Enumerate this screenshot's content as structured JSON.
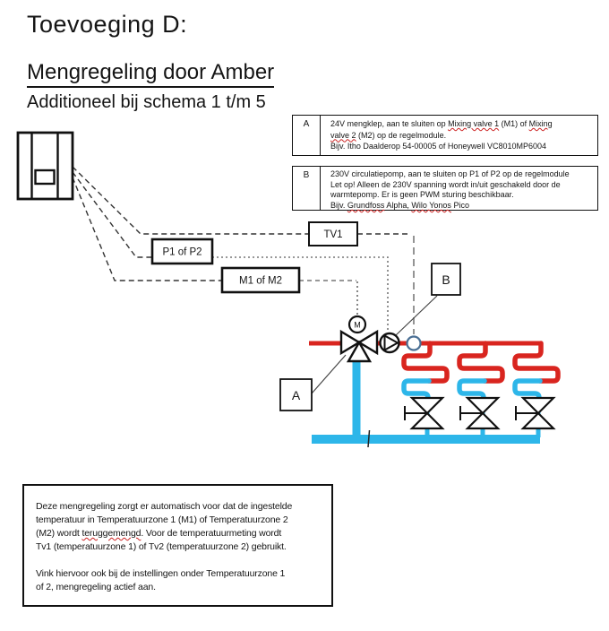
{
  "title": {
    "line1": "Toevoeging D:",
    "line2": "Mengregeling door Amber",
    "line3": "Additioneel bij schema 1 t/m 5"
  },
  "legend_table": {
    "rows": [
      {
        "key": "A",
        "lines": [
          [
            {
              "t": "24V mengklep, aan te sluiten op "
            },
            {
              "t": "Mixing valve 1",
              "sq": true
            },
            {
              "t": " (M1) of "
            },
            {
              "t": "Mixing",
              "sq": true
            }
          ],
          [
            {
              "t": "valve 2",
              "sq": true
            },
            {
              "t": " (M2) op de regelmodule."
            }
          ],
          [
            {
              "t": "Bijv. Itho Daalderop 54-00005 of Honeywell VC8010MP6004"
            }
          ]
        ]
      },
      {
        "key": "B",
        "lines": [
          [
            {
              "t": "230V circulatiepomp, aan te sluiten op P1 of P2 op de regelmodule"
            }
          ],
          [
            {
              "t": "Let op! Alleen de 230V spanning wordt in/uit geschakeld door de"
            }
          ],
          [
            {
              "t": "warmtepomp. Er is geen PWM sturing beschikbaar."
            }
          ],
          [
            {
              "t": "Bijv. "
            },
            {
              "t": "Grundfoss",
              "sq": true
            },
            {
              "t": " Alpha, "
            },
            {
              "t": "Wilo Yonos",
              "sq": true
            },
            {
              "t": " Pico"
            }
          ]
        ]
      }
    ]
  },
  "diagram_labels": {
    "tv1": "TV1",
    "pump_terminal": "P1 of P2",
    "valve_terminal": "M1 of M2",
    "callout_a": "A",
    "callout_b": "B",
    "actuator": "M"
  },
  "note_box": {
    "paragraphs": [
      {
        "lines": [
          [
            {
              "t": "Deze mengregeling zorgt er automatisch voor dat de ingestelde"
            }
          ],
          [
            {
              "t": "temperatuur in Temperatuurzone 1 (M1) of Temperatuurzone 2"
            }
          ],
          [
            {
              "t": "(M2) wordt "
            },
            {
              "t": "teruggemengd",
              "sq": true
            },
            {
              "t": ". Voor de temperatuurmeting wordt"
            }
          ],
          [
            {
              "t": "Tv1 (temperatuurzone 1) of Tv2 (temperatuurzone 2) gebruikt."
            }
          ]
        ]
      },
      {
        "lines": [
          [
            {
              "t": "Vink hiervoor ook bij de instellingen onder Temperatuurzone 1"
            }
          ],
          [
            {
              "t": "of 2, mengregeling actief aan."
            }
          ]
        ]
      }
    ]
  },
  "colors": {
    "supply_red": "#d9251f",
    "return_cyan": "#2db6e9",
    "line_black": "#111111",
    "sensor_stroke": "#4a6f94",
    "squiggle_red": "#cc2222"
  }
}
